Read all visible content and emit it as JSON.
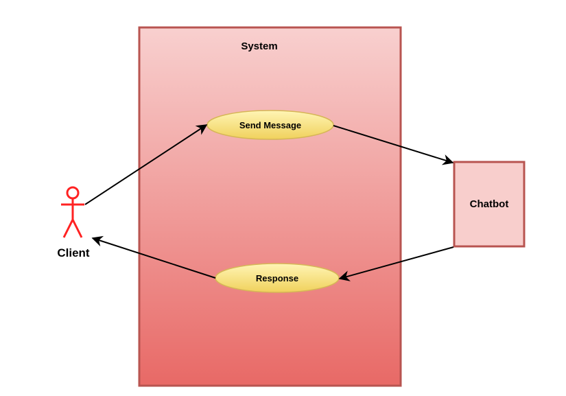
{
  "diagram": {
    "system": {
      "label": "System"
    },
    "actor": {
      "label": "Client"
    },
    "use_cases": [
      {
        "label": "Send Message"
      },
      {
        "label": "Response"
      }
    ],
    "external": {
      "label": "Chatbot"
    }
  },
  "colors": {
    "system_fill_top": "#f8d0cf",
    "system_fill_bottom": "#e86966",
    "system_stroke": "#b85450",
    "use_case_fill_top": "#fff5b5",
    "use_case_fill_bottom": "#f0d15c",
    "use_case_stroke": "#d6b656",
    "actor_color": "#ff2222",
    "chatbot_fill": "#f8cecc",
    "chatbot_stroke": "#b85450",
    "arrow_color": "#000000"
  }
}
